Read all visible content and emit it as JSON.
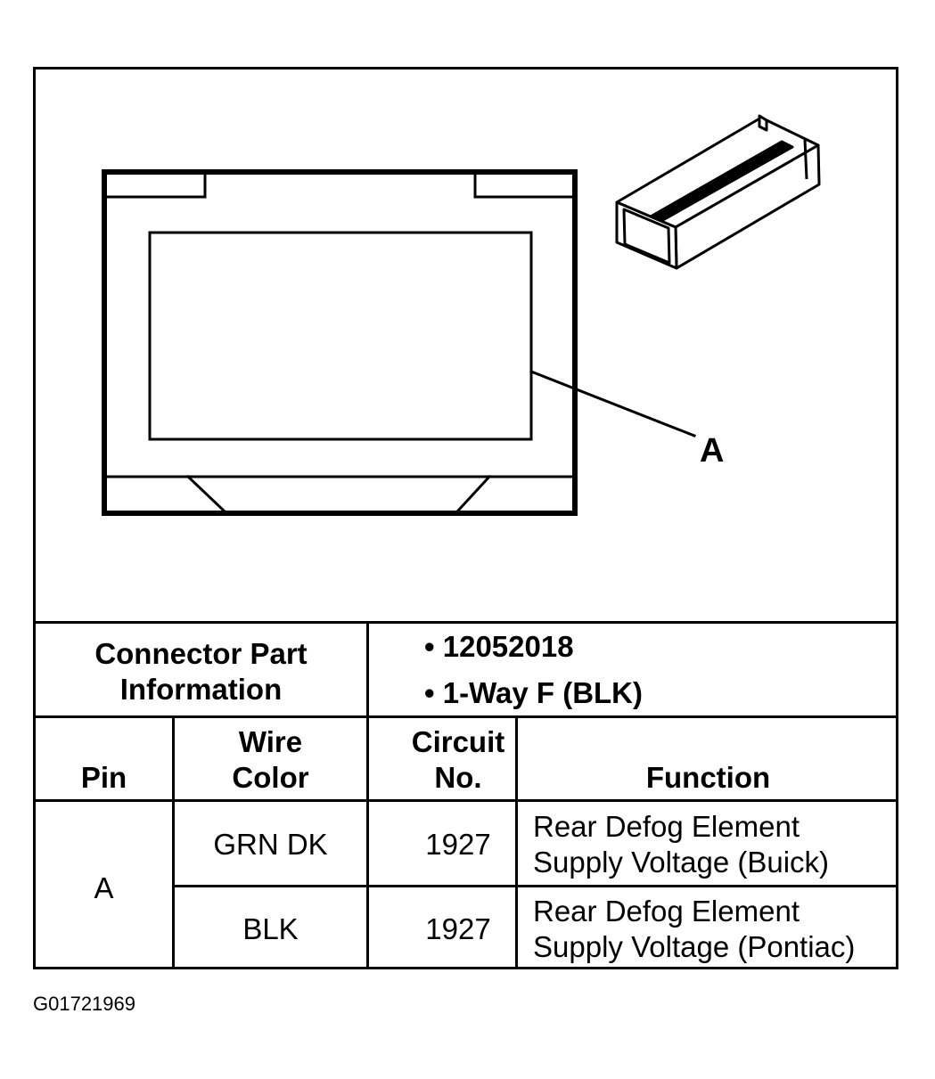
{
  "diagram": {
    "callout_label": "A"
  },
  "part_info": {
    "label": "Connector Part Information",
    "label_line1": "Connector Part",
    "label_line2": "Information",
    "items": [
      "12052018",
      "1-Way F (BLK)"
    ]
  },
  "table": {
    "headers": {
      "pin": "Pin",
      "wire_color_line1": "Wire",
      "wire_color_line2": "Color",
      "circuit_line1": "Circuit",
      "circuit_line2": "No.",
      "function": "Function"
    },
    "rows": [
      {
        "pin": "A",
        "wire_color": "GRN DK",
        "circuit": "1927",
        "function_line1": "Rear Defog Element",
        "function_line2": "Supply Voltage (Buick)"
      },
      {
        "pin": "A",
        "wire_color": "BLK",
        "circuit": "1927",
        "function_line1": "Rear Defog Element",
        "function_line2": "Supply Voltage (Pontiac)"
      }
    ]
  },
  "figure_id": "G01721969"
}
